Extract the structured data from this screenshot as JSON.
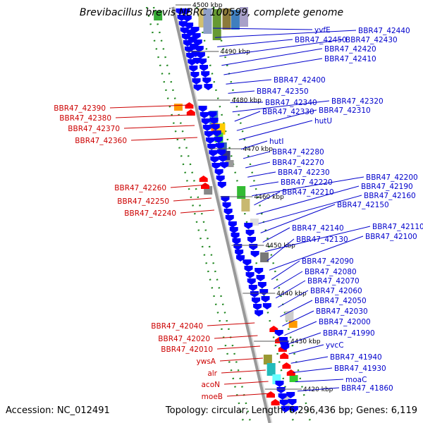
{
  "title": "Brevibacillus brevis NBRC 100599, complete genome",
  "footer": {
    "accession": "Accession: NC_012491",
    "summary": "Topology: circular; Length: 6,296,436 bp; Genes: 6,119"
  },
  "colors": {
    "reverse_label": "#cc0000",
    "forward_label": "#0000cc",
    "reverse_gene": "#ff0000",
    "forward_gene": "#0000ff",
    "backbone": "#999999",
    "dots": "#228822"
  },
  "kbp_ticks": [
    "4500 kbp",
    "4490 kbp",
    "4480 kbp",
    "4470 kbp",
    "4460 kbp",
    "4450 kbp",
    "4440 kbp",
    "4430 kbp",
    "4420 kbp"
  ],
  "reverse_labels": [
    "BBR47_42390",
    "BBR47_42380",
    "BBR47_42370",
    "BBR47_42360",
    "BBR47_42260",
    "BBR47_42250",
    "BBR47_42240",
    "BBR47_42040",
    "BBR47_42020",
    "BBR47_42010",
    "ywsA",
    "alr",
    "acoN",
    "moeB"
  ],
  "forward_labels": [
    "yvfE",
    "BBR47_42440",
    "BBR47_42450",
    "BBR47_42430",
    "BBR47_42420",
    "BBR47_42410",
    "BBR47_42400",
    "BBR47_42350",
    "BBR47_42340",
    "BBR47_42320",
    "BBR47_42330",
    "BBR47_42310",
    "hutU",
    "hutI",
    "BBR47_42280",
    "BBR47_42270",
    "BBR47_42230",
    "BBR47_42220",
    "BBR47_42200",
    "BBR47_42210",
    "BBR47_42190",
    "BBR47_42160",
    "BBR47_42150",
    "BBR47_42140",
    "BBR47_42110",
    "BBR47_42130",
    "BBR47_42100",
    "BBR47_42090",
    "BBR47_42080",
    "BBR47_42070",
    "BBR47_42060",
    "BBR47_42050",
    "BBR47_42030",
    "BBR47_42000",
    "BBR47_41990",
    "yvcC",
    "BBR47_41940",
    "BBR47_41930",
    "moaC",
    "BBR47_41860"
  ]
}
